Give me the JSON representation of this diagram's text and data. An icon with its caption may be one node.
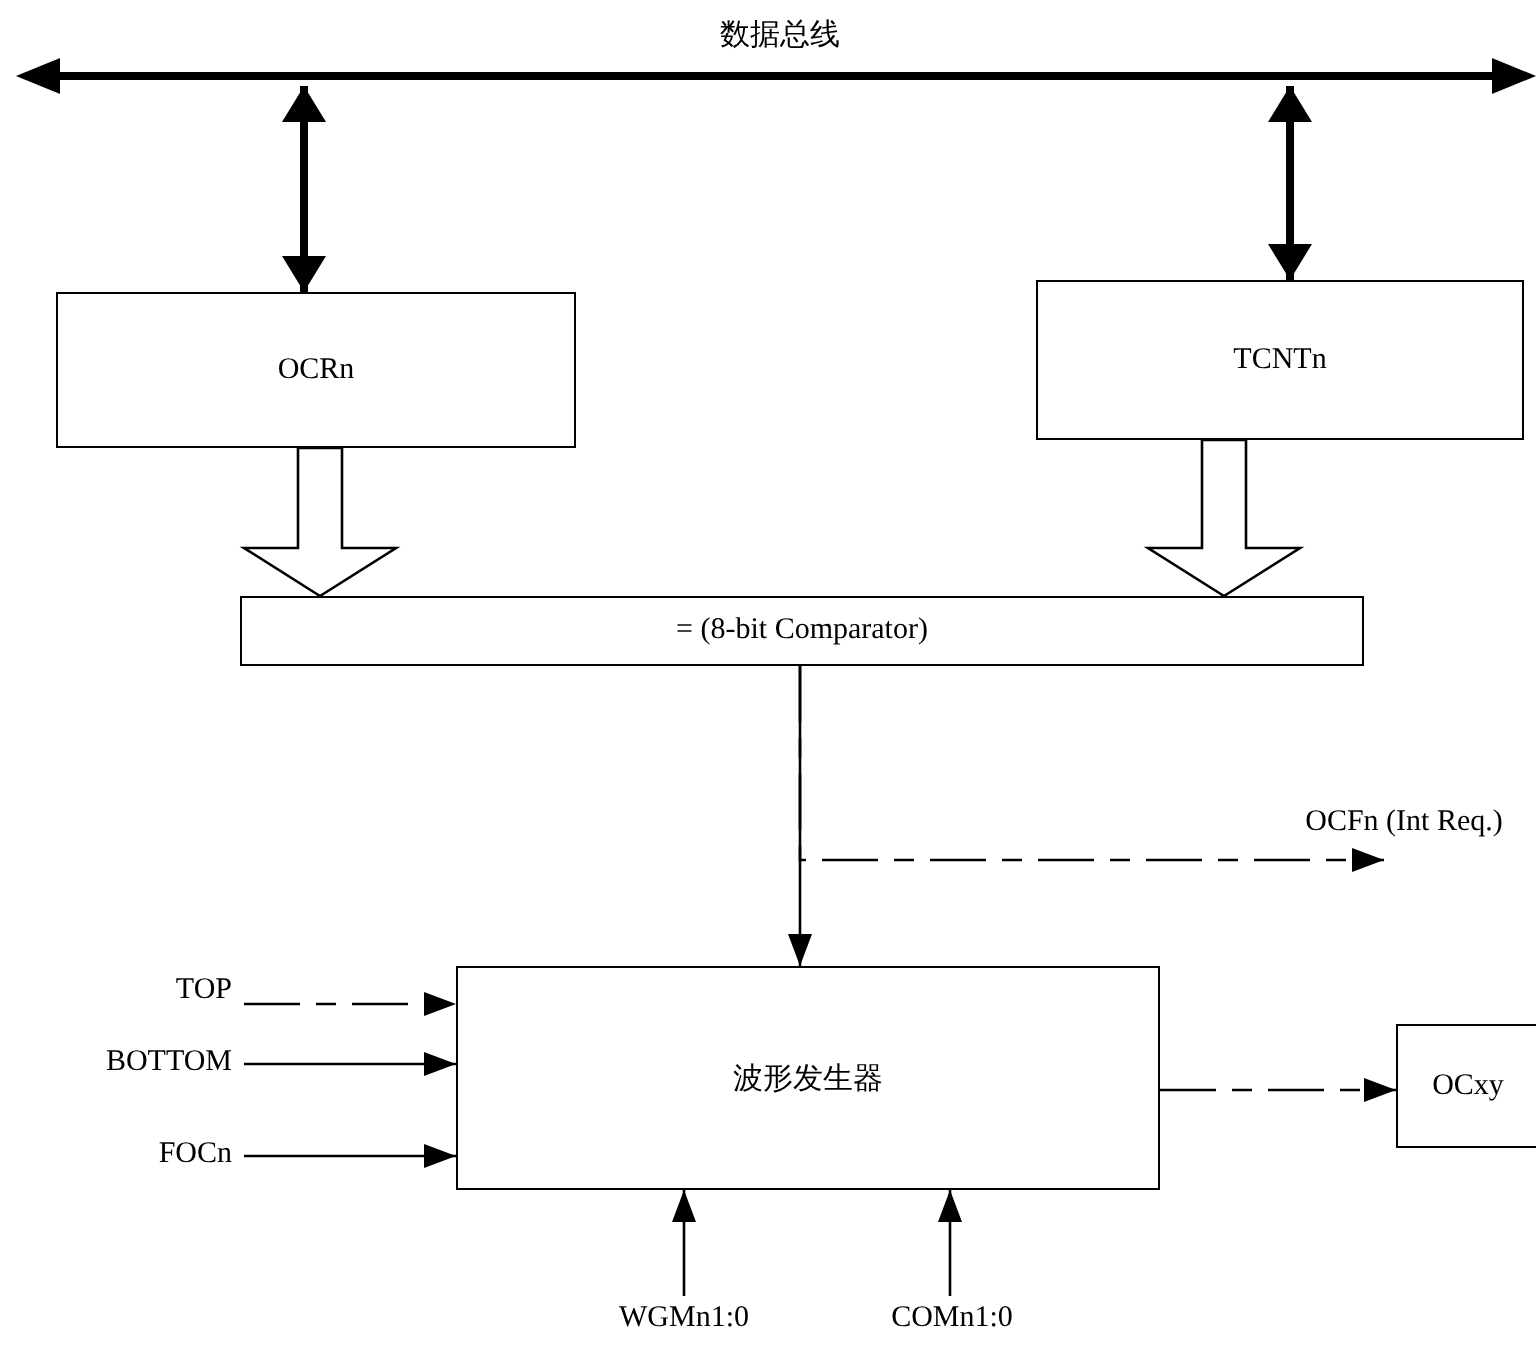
{
  "diagram": {
    "nodes": [
      {
        "text": [
          "数据总线"
        ]
      },
      {
        "text": [
          "OCRn"
        ]
      },
      {
        "text": [
          "TCNTn"
        ]
      },
      {
        "text": [
          "= (8-bit Comparator)"
        ]
      },
      {
        "text": [
          "OCFn (Int Req.)"
        ]
      },
      {
        "text": [
          "TOP"
        ]
      },
      {
        "text": [
          "BOTTOM"
        ]
      },
      {
        "text": [
          "FOCn"
        ]
      },
      {
        "text": [
          "波形发生器"
        ]
      },
      {
        "text": [
          "OCxy"
        ]
      },
      {
        "text": [
          "WGMn1:0"
        ]
      },
      {
        "text": [
          "COMn1:0"
        ]
      }
    ],
    "edges": [
      {
        "from": 0,
        "to": 1,
        "arrow": "both",
        "style": "thick"
      },
      {
        "from": 0,
        "to": 2,
        "arrow": "both",
        "style": "thick"
      },
      {
        "from": 1,
        "to": 3,
        "arrow": "to",
        "style": "thick"
      },
      {
        "from": 2,
        "to": 3,
        "arrow": "to",
        "style": "thick"
      },
      {
        "from": 3,
        "to": 8,
        "arrow": "to"
      },
      {
        "from": 3,
        "to": 4,
        "arrow": "to",
        "style": "dashed"
      },
      {
        "from": 5,
        "to": 8,
        "arrow": "to",
        "style": "dashed"
      },
      {
        "from": 6,
        "to": 8,
        "arrow": "to"
      },
      {
        "from": 7,
        "to": 8,
        "arrow": "to"
      },
      {
        "from": 8,
        "to": 9,
        "arrow": "to",
        "style": "dashed"
      },
      {
        "from": 10,
        "to": 8,
        "arrow": "to"
      },
      {
        "from": 11,
        "to": 8,
        "arrow": "to"
      }
    ]
  }
}
